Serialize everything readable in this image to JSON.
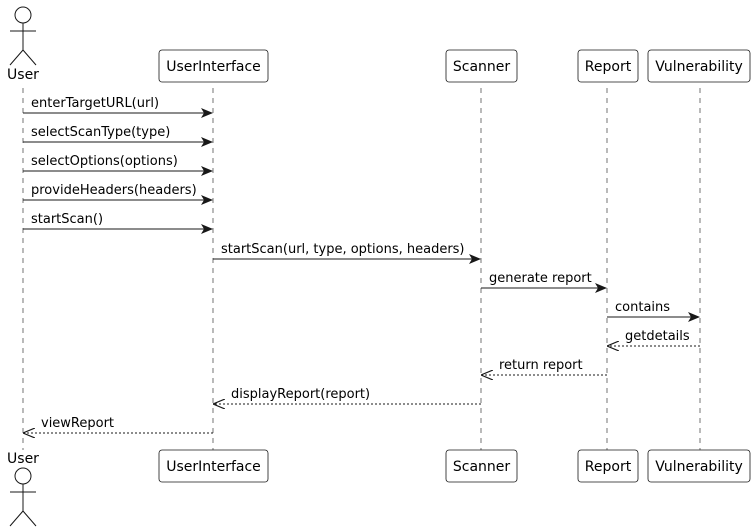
{
  "participants": [
    {
      "id": "user",
      "label": "User",
      "kind": "actor"
    },
    {
      "id": "ui",
      "label": "UserInterface",
      "kind": "box"
    },
    {
      "id": "scanner",
      "label": "Scanner",
      "kind": "box"
    },
    {
      "id": "report",
      "label": "Report",
      "kind": "box"
    },
    {
      "id": "vuln",
      "label": "Vulnerability",
      "kind": "box"
    }
  ],
  "messages": [
    {
      "from": "user",
      "to": "ui",
      "label": "enterTargetURL(url)",
      "style": "solid"
    },
    {
      "from": "user",
      "to": "ui",
      "label": "selectScanType(type)",
      "style": "solid"
    },
    {
      "from": "user",
      "to": "ui",
      "label": "selectOptions(options)",
      "style": "solid"
    },
    {
      "from": "user",
      "to": "ui",
      "label": "provideHeaders(headers)",
      "style": "solid"
    },
    {
      "from": "user",
      "to": "ui",
      "label": "startScan()",
      "style": "solid"
    },
    {
      "from": "ui",
      "to": "scanner",
      "label": "startScan(url, type, options, headers)",
      "style": "solid"
    },
    {
      "from": "scanner",
      "to": "report",
      "label": "generate report",
      "style": "solid"
    },
    {
      "from": "report",
      "to": "vuln",
      "label": "contains",
      "style": "solid"
    },
    {
      "from": "vuln",
      "to": "report",
      "label": "getdetails",
      "style": "dashed"
    },
    {
      "from": "report",
      "to": "scanner",
      "label": "return report",
      "style": "dashed"
    },
    {
      "from": "scanner",
      "to": "ui",
      "label": "displayReport(report)",
      "style": "dashed"
    },
    {
      "from": "ui",
      "to": "user",
      "label": "viewReport",
      "style": "dashed"
    }
  ]
}
